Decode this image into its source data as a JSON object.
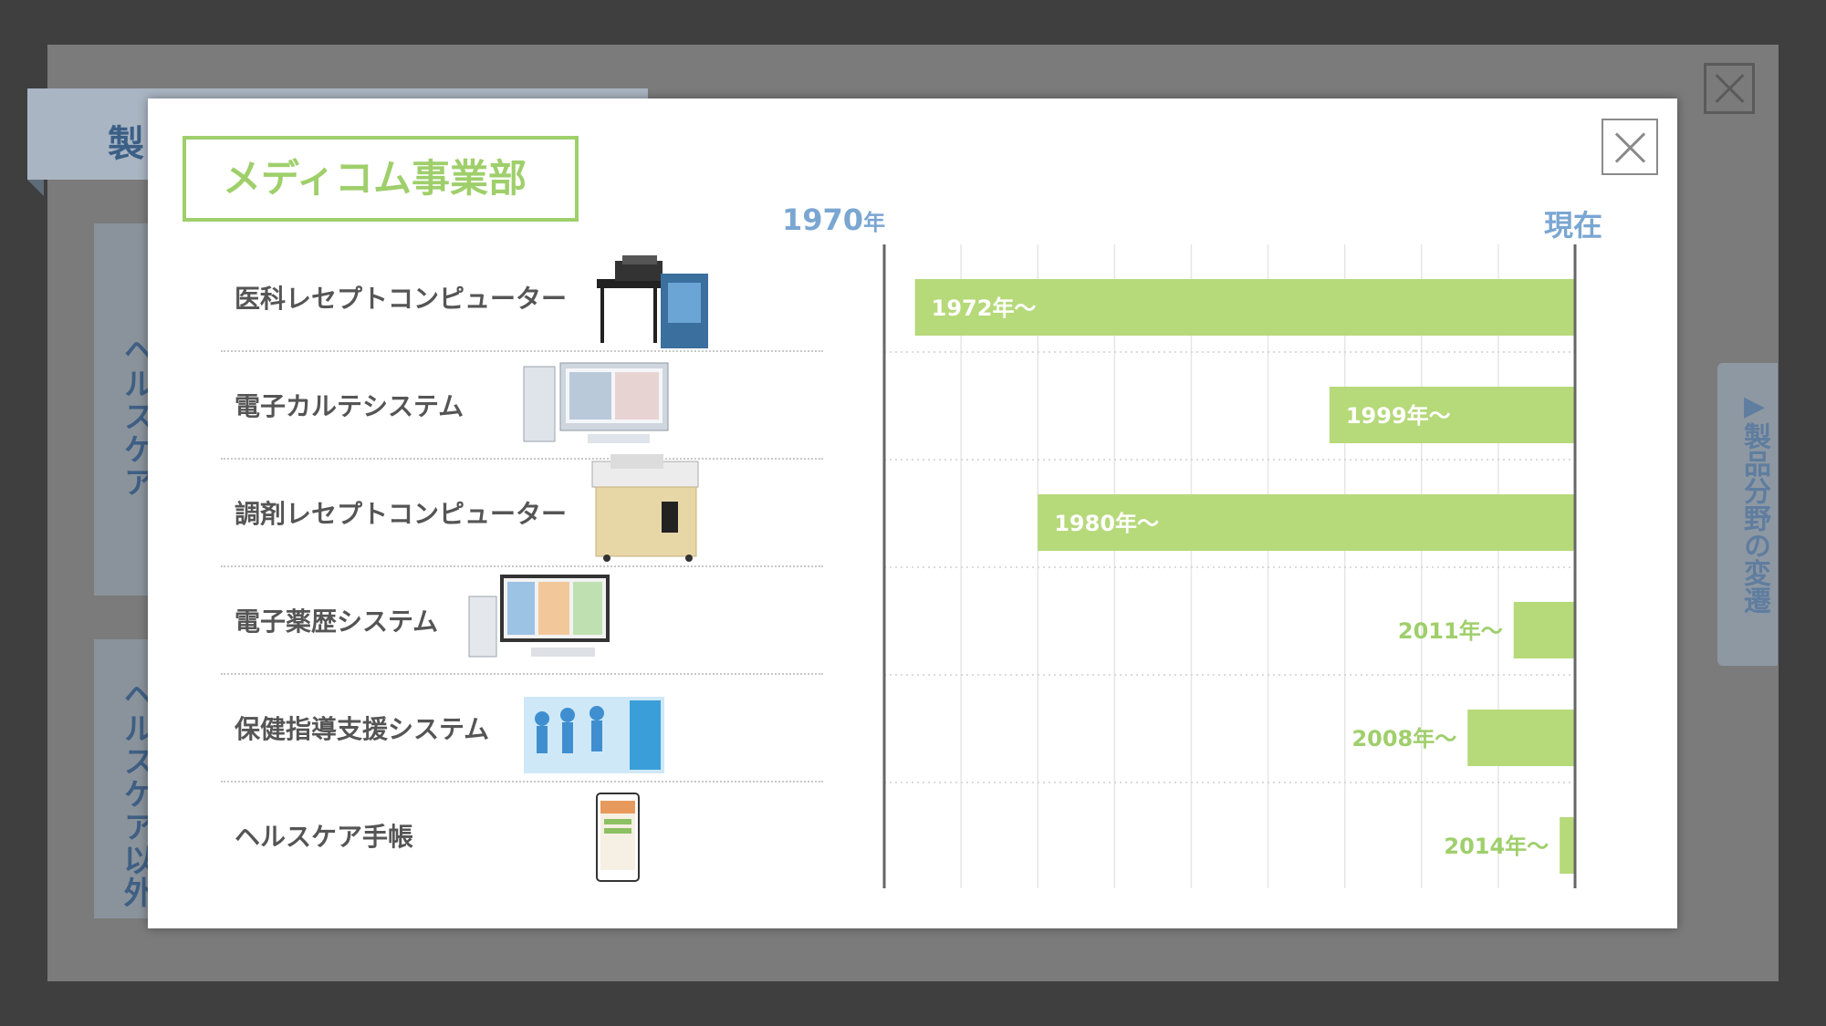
{
  "background": {
    "tab_label": "製",
    "card_labels": [
      "ヘルスケア",
      "ヘルスケア以外"
    ],
    "side_tab_label": "▶製品分野の変遷"
  },
  "modal": {
    "title": "メディコム事業部",
    "axis_start_label": "1970",
    "axis_end_label": "現在",
    "year_suffix": "年"
  },
  "chart_data": {
    "type": "bar",
    "orientation": "horizontal",
    "x_start": 1970,
    "x_end_label": "現在",
    "categories": [
      "医科レセプトコンピューター",
      "電子カルテシステム",
      "調剤レセプトコンピューター",
      "電子薬歴システム",
      "保健指導支援システム",
      "ヘルスケア手帳"
    ],
    "start_years": [
      1972,
      1999,
      1980,
      2011,
      2008,
      2014
    ],
    "labels": [
      "1972年～",
      "1999年～",
      "1980年～",
      "2011年～",
      "2008年～",
      "2014年～"
    ],
    "xlim": [
      1970,
      2015
    ],
    "grid": true,
    "bar_color": "#b6d97a"
  },
  "colors": {
    "accent_green": "#9fcf6b",
    "axis_blue": "#7aa6d2"
  }
}
